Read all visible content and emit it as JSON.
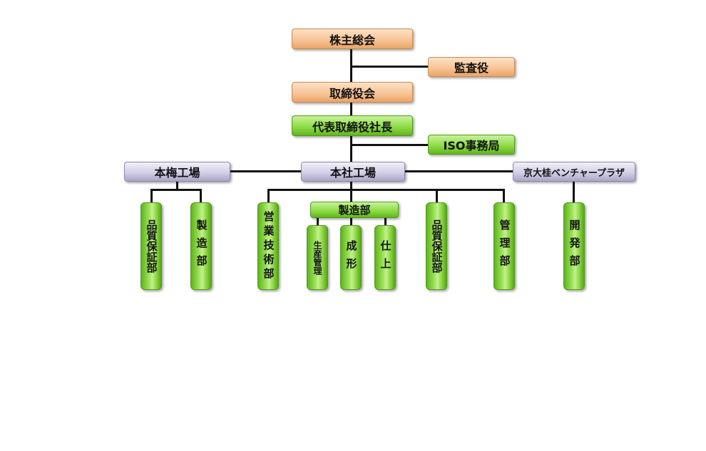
{
  "org": {
    "shareholders": "株主総会",
    "auditor": "監査役",
    "board": "取締役会",
    "president": "代表取締役社長",
    "iso_office": "ISO事務局",
    "motoume_factory": "本梅工場",
    "head_factory": "本社工場",
    "venture_plaza": "京大桂ベンチャープラザ",
    "motoume_quality": "品質保証部",
    "motoume_manufacturing": "製造部",
    "sales_tech": "営業技術部",
    "manufacturing_dept": "製造部",
    "production_control": "生産管理",
    "molding": "成形",
    "finishing": "仕上",
    "head_quality": "品質保証部",
    "administration": "管理部",
    "development": "開発部"
  },
  "colors": {
    "top_boxes": "#f8c597",
    "exec_boxes": "#8fdc46",
    "site_boxes": "#d3cfe6",
    "lines": "#111111"
  }
}
